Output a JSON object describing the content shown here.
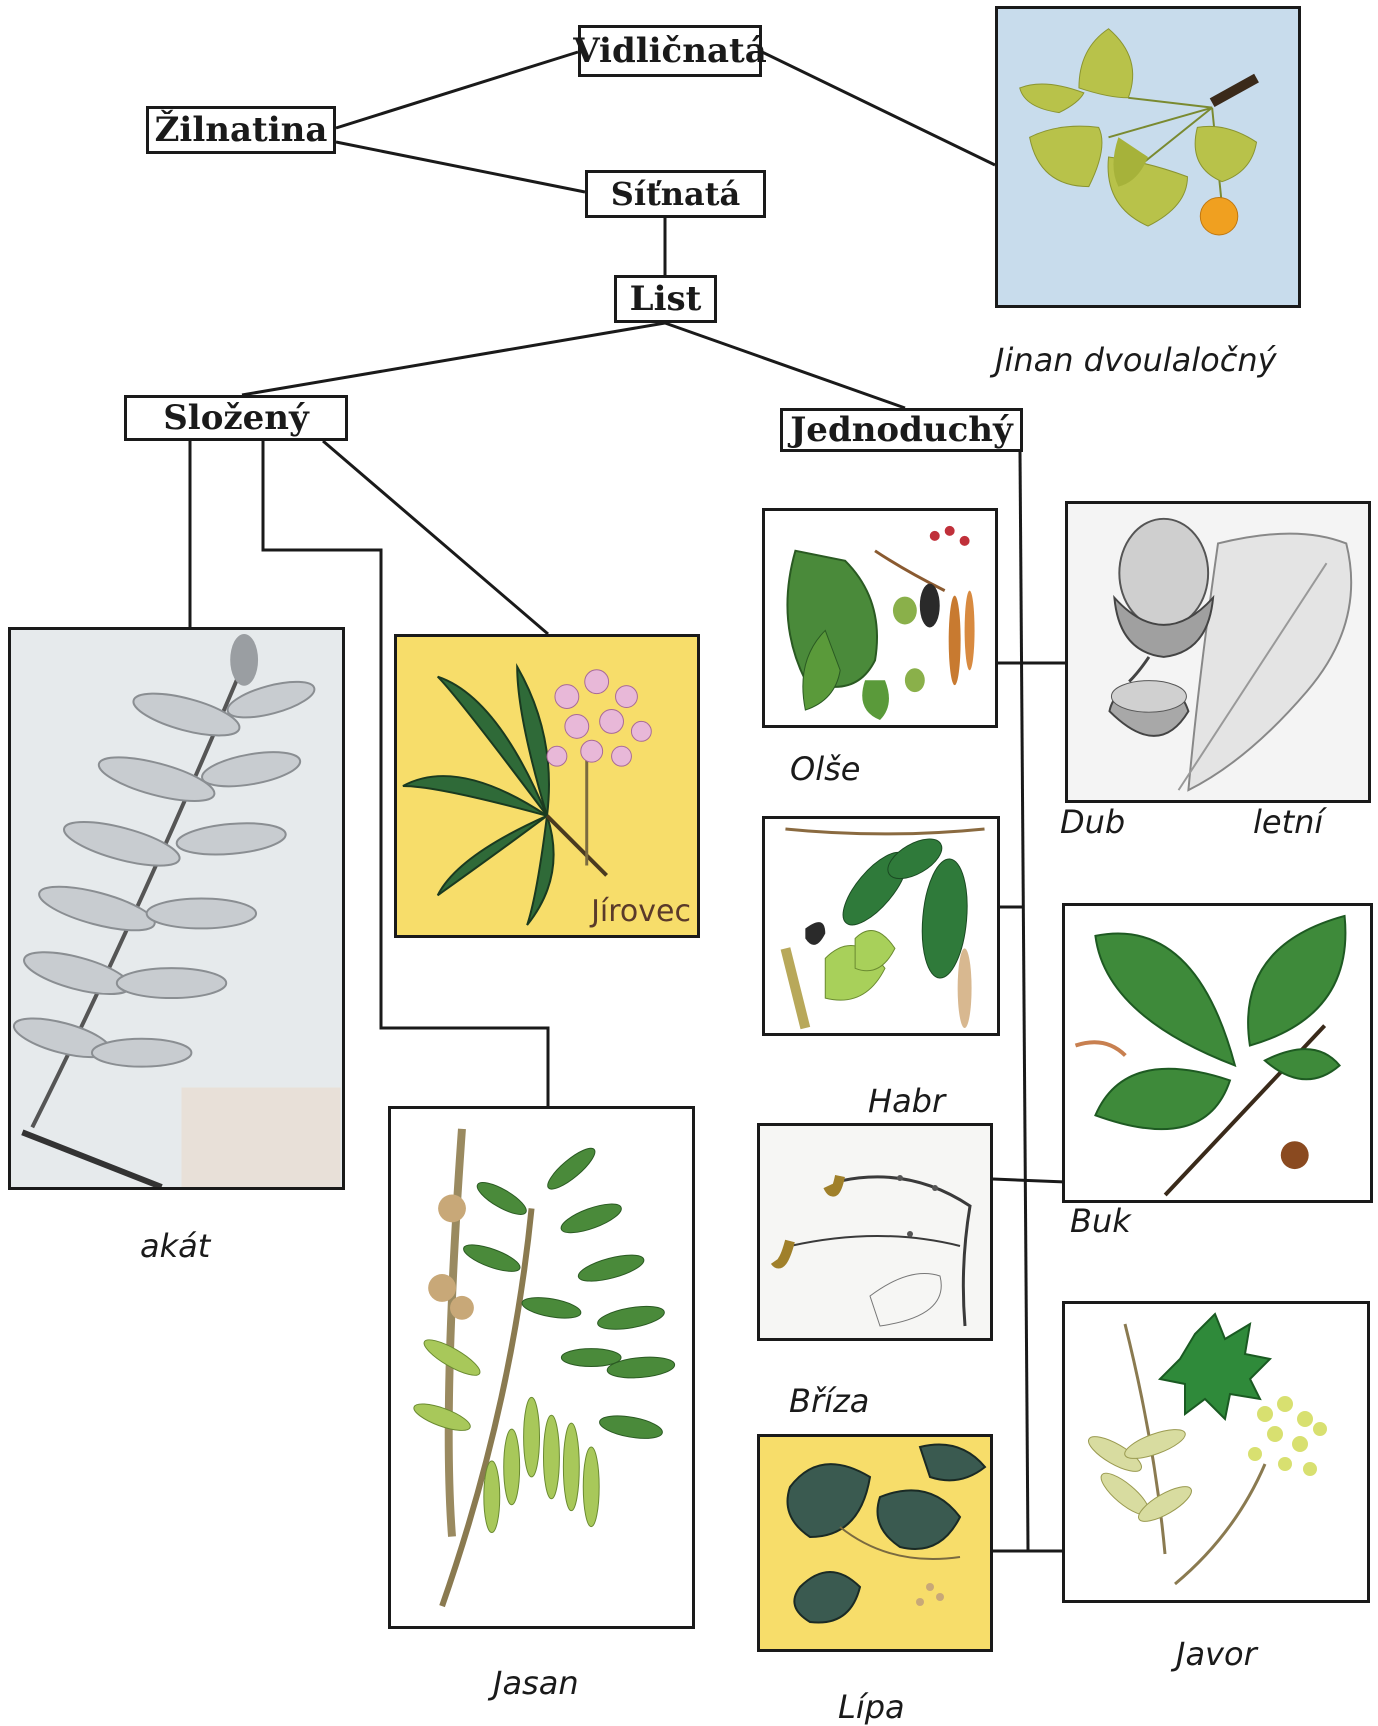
{
  "nodes": {
    "zilnatina": "Žilnatina",
    "vidlicnata": "Vidličnatá",
    "sitnata": "Síťnatá",
    "list": "List",
    "slozeny": "Složený",
    "jednoduchy": "Jednoduchý"
  },
  "captions": {
    "jinan": "Jinan dvoulaločný",
    "akat": "akát",
    "jasan": "Jasan",
    "jirovec": "Jírovec",
    "olse": "Olše",
    "dub": "Dub",
    "letni": "letní",
    "habr": "Habr",
    "buk": "Buk",
    "briza": "Bříza",
    "lipa": "Lípa",
    "javor": "Javor"
  },
  "colors": {
    "line": "#1a1a1a",
    "sky": "#c8dcec",
    "yellow_bg": "#f7dd6a",
    "ginkgo": "#b8c24a",
    "leaf_green": "#3e8a3a",
    "light_green": "#a8c85a"
  }
}
